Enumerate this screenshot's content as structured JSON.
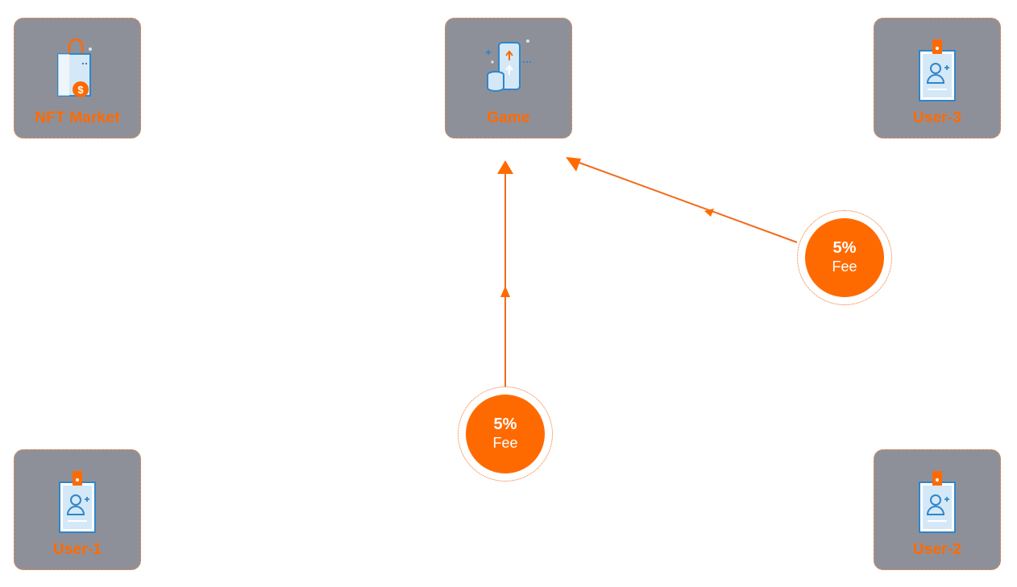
{
  "nodes": {
    "nft_market": {
      "label": "NFT Market",
      "icon": "shopping-bag-dollar-icon"
    },
    "game": {
      "label": "Game",
      "icon": "phone-coins-icon"
    },
    "user_1": {
      "label": "User-1",
      "icon": "id-badge-icon"
    },
    "user_2": {
      "label": "User-2",
      "icon": "id-badge-icon"
    },
    "user_3": {
      "label": "User-3",
      "icon": "id-badge-icon"
    }
  },
  "fees": {
    "bottom": {
      "percent": "5%",
      "text": "Fee"
    },
    "right": {
      "percent": "5%",
      "text": "Fee"
    }
  },
  "colors": {
    "accent": "#ff6a00",
    "node_bg": "#8e9099",
    "icon_blue": "#2f86c9",
    "icon_fill": "#d4e8f7"
  }
}
